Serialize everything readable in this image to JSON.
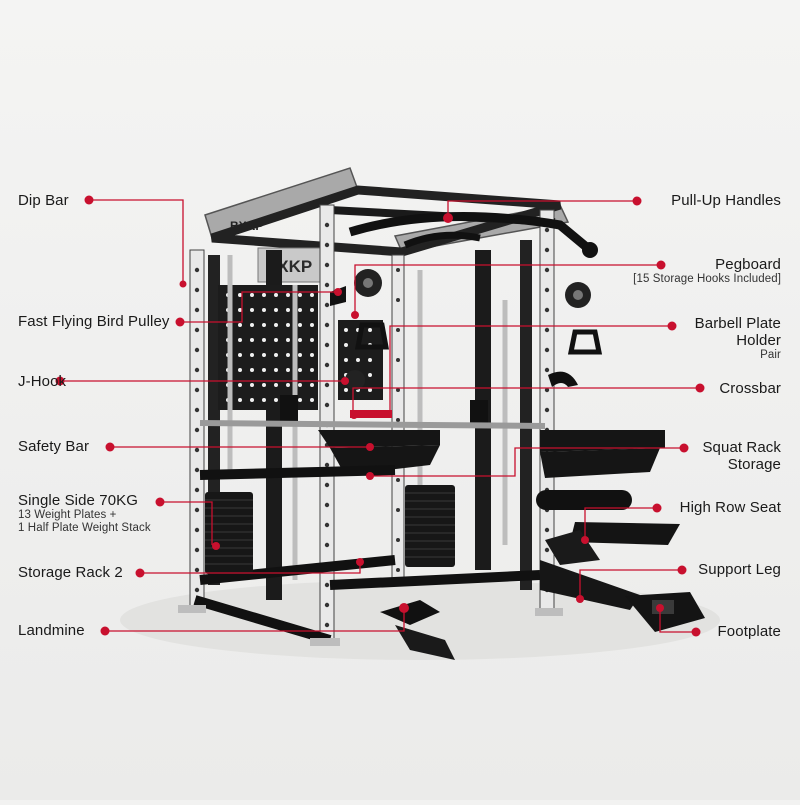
{
  "brand": "BXKP",
  "accent_color": "#c8102e",
  "labels": {
    "dip_bar": "Dip Bar",
    "fast_flying_bird_pulley": "Fast Flying Bird Pulley",
    "j_hook": "J-Hook",
    "safety_bar": "Safety Bar",
    "single_side_line1": "Single Side 70KG",
    "single_side_line2": "13 Weight Plates +",
    "single_side_line3": "1 Half Plate Weight Stack",
    "storage_rack_2": "Storage Rack 2",
    "landmine": "Landmine",
    "pull_up_handles": "Pull-Up Handles",
    "pegboard": "Pegboard",
    "pegboard_sub": "[15 Storage Hooks Included]",
    "barbell_plate_holder_line1": "Barbell Plate",
    "barbell_plate_holder_line2": "Holder",
    "barbell_plate_holder_sub": "Pair",
    "crossbar": "Crossbar",
    "squat_rack_storage_line1": "Squat Rack",
    "squat_rack_storage_line2": "Storage",
    "high_row_seat": "High Row Seat",
    "support_leg": "Support Leg",
    "footplate": "Footplate"
  }
}
